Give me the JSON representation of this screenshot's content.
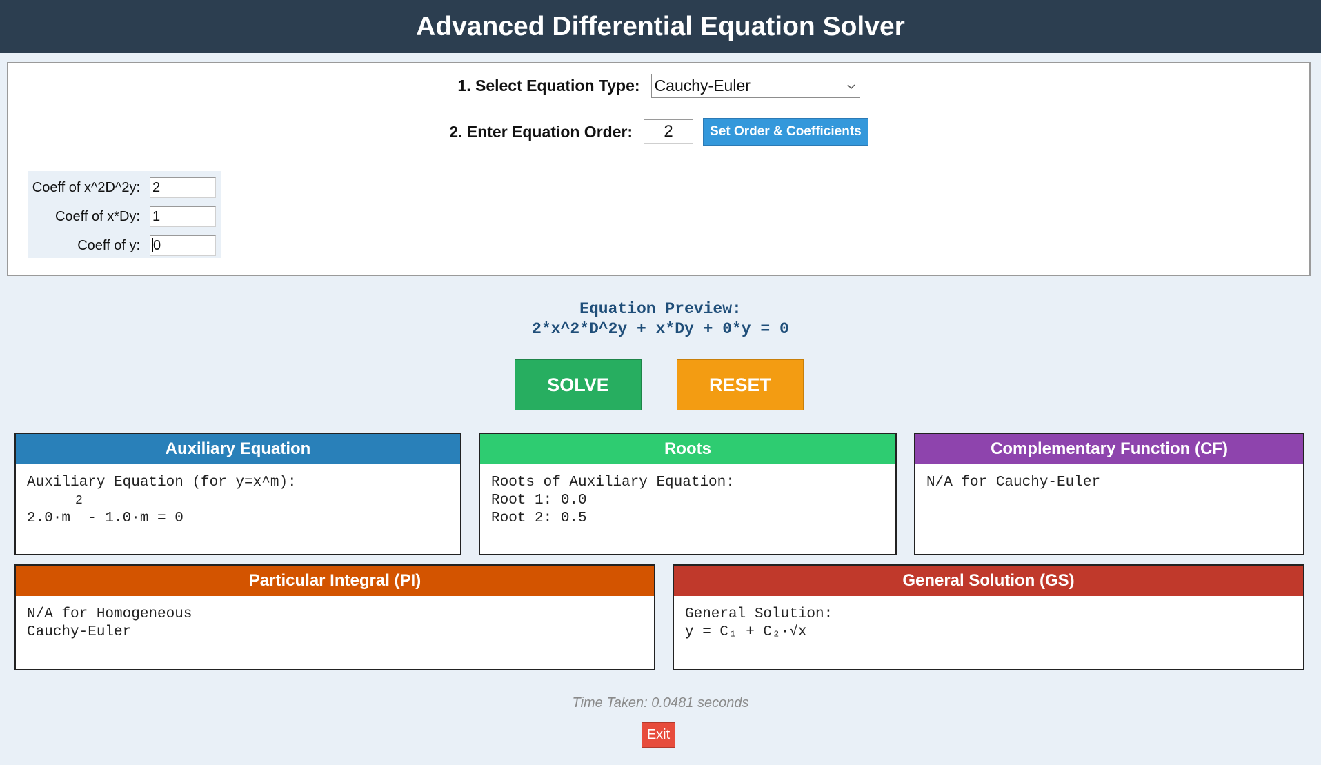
{
  "app": {
    "title": "Advanced Differential Equation Solver"
  },
  "inputs": {
    "type_label": "1. Select Equation Type:",
    "type_value": "Cauchy-Euler",
    "order_label": "2. Enter Equation Order:",
    "order_value": "2",
    "set_button": "Set Order & Coefficients",
    "coefficients": [
      {
        "label": "Coeff of x^2D^2y:",
        "value": "2"
      },
      {
        "label": "Coeff of x*Dy:",
        "value": "1"
      },
      {
        "label": "Coeff of y:",
        "value": "0"
      }
    ]
  },
  "preview": {
    "title": "Equation Preview:",
    "equation": "2*x^2*D^2y + x*Dy + 0*y = 0"
  },
  "buttons": {
    "solve": "SOLVE",
    "reset": "RESET",
    "exit": "Exit"
  },
  "results": {
    "auxiliary": {
      "title": "Auxiliary Equation",
      "line1": "Auxiliary Equation (for y=x^m):",
      "exponent": "2",
      "line3": "2.0·m  - 1.0·m = 0"
    },
    "roots": {
      "title": "Roots",
      "line1": "Roots of Auxiliary Equation:",
      "line2": "Root 1: 0.0",
      "line3": "Root 2: 0.5"
    },
    "cf": {
      "title": "Complementary Function (CF)",
      "line1": "N/A for Cauchy-Euler"
    },
    "pi": {
      "title": "Particular Integral (PI)",
      "line1": "N/A for Homogeneous",
      "line2": "Cauchy-Euler"
    },
    "gs": {
      "title": "General Solution (GS)",
      "line1": "General Solution:",
      "line2": "y = C₁ + C₂·√x"
    }
  },
  "status": {
    "time": "Time Taken: 0.0481 seconds"
  },
  "colors": {
    "header": "#2c3e50",
    "auxiliary": "#2980b9",
    "roots": "#2ecc71",
    "cf": "#8e44ad",
    "pi": "#d35400",
    "gs": "#c0392b",
    "solve": "#27ae60",
    "reset": "#f39c12",
    "exit": "#e74c3c"
  },
  "icons": {
    "select_arrow": "chevron-down-icon"
  }
}
